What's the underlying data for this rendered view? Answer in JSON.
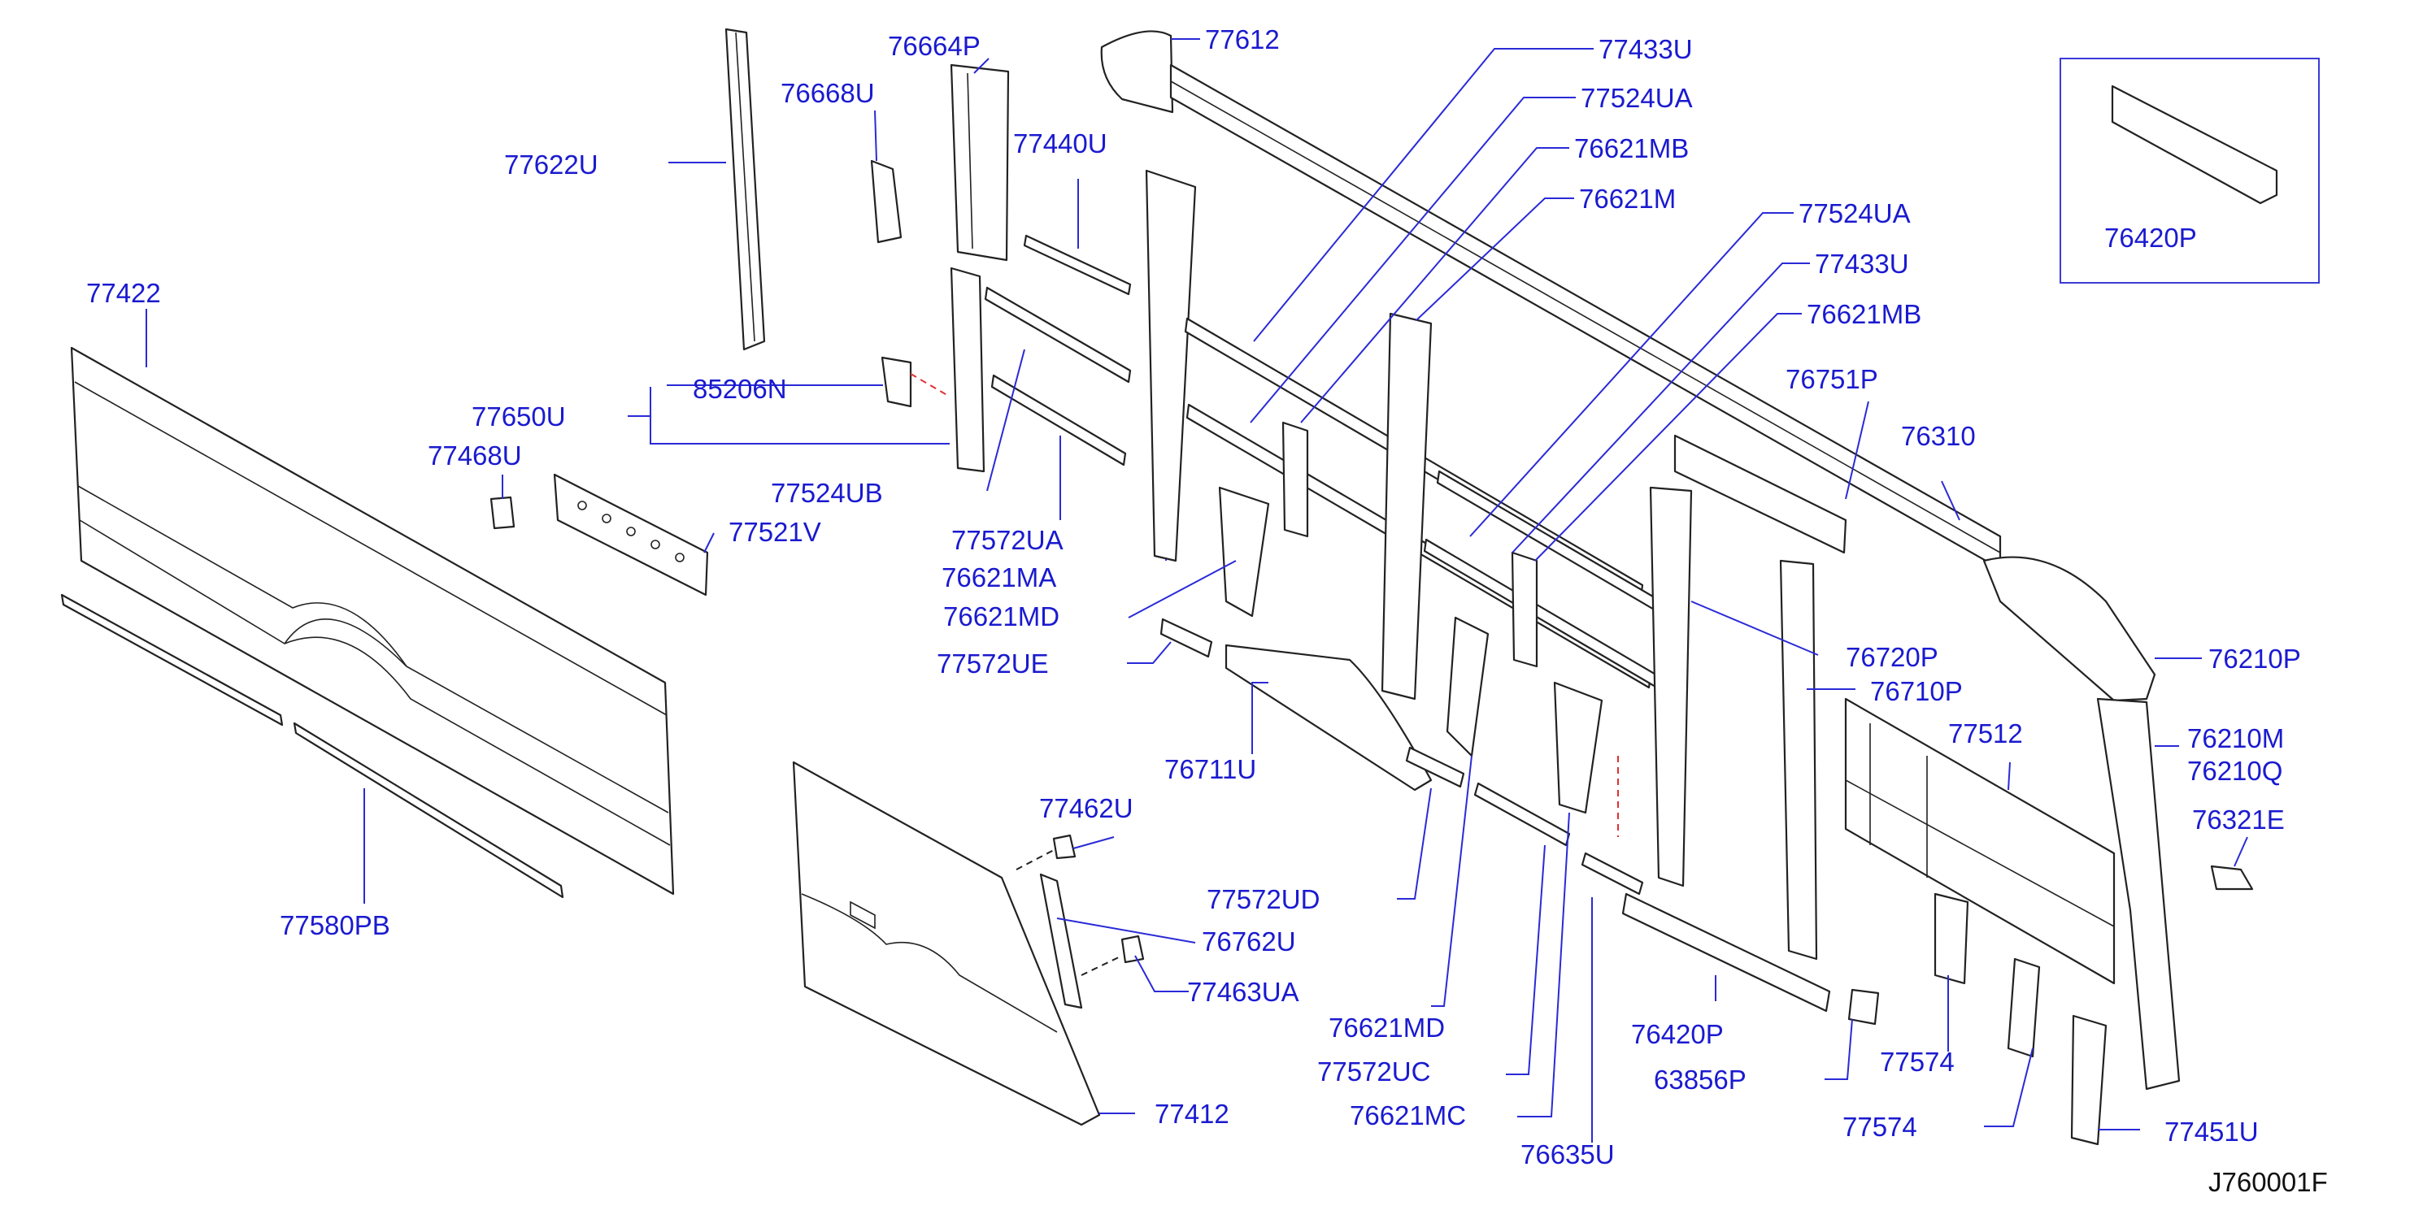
{
  "diagram": {
    "reference_code": "J760001F",
    "labels": {
      "p77622U": "77622U",
      "p76668U": "76668U",
      "p76664P": "76664P",
      "p77612": "77612",
      "p77433U_a": "77433U",
      "p77524UA_a": "77524UA",
      "p76621MB_a": "76621MB",
      "p76621M": "76621M",
      "p77524UA_b": "77524UA",
      "p77433U_b": "77433U",
      "p76621MB_b": "76621MB",
      "p76420P_inset": "76420P",
      "p77440U": "77440U",
      "p77422": "77422",
      "p85206N": "85206N",
      "p77650U": "77650U",
      "p77468U": "77468U",
      "p77524UB": "77524UB",
      "p77521V": "77521V",
      "p77572UA": "77572UA",
      "p76621MA": "76621MA",
      "p76621MD_a": "76621MD",
      "p77572UE": "77572UE",
      "p76751P": "76751P",
      "p76310": "76310",
      "p76720P": "76720P",
      "p76710P": "76710P",
      "p76210P": "76210P",
      "p77512": "77512",
      "p76210M": "76210M",
      "p76210Q": "76210Q",
      "p76321E": "76321E",
      "p76711U": "76711U",
      "p77462U": "77462U",
      "p77572UD": "77572UD",
      "p76762U": "76762U",
      "p77463UA": "77463UA",
      "p77580PB": "77580PB",
      "p77412": "77412",
      "p76621MD_b": "76621MD",
      "p77572UC": "77572UC",
      "p76621MC": "76621MC",
      "p76635U": "76635U",
      "p76420P": "76420P",
      "p63856P": "63856P",
      "p77574_a": "77574",
      "p77574_b": "77574",
      "p77451U": "77451U"
    },
    "colors": {
      "label": "#1a1ad0",
      "leader": "#2a2ad8",
      "line_art": "#222222",
      "dashed_hint": "#e03030"
    }
  }
}
